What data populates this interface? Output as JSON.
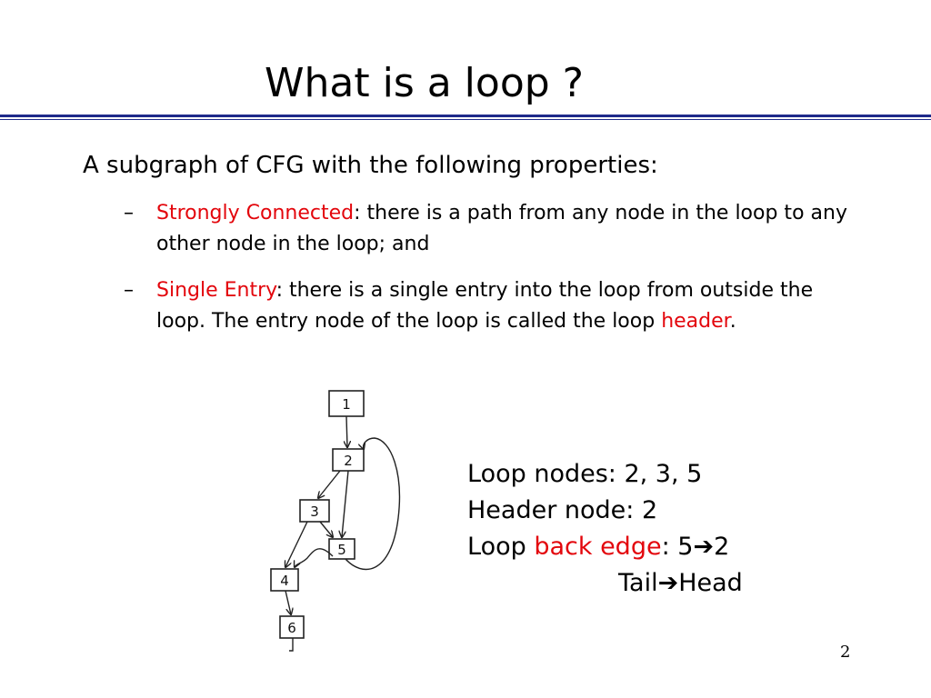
{
  "slide": {
    "title": "What is a loop ?",
    "intro": "A subgraph of CFG with the following properties:",
    "bullets": [
      {
        "dash": "–",
        "term": "Strongly Connected",
        "rest": ": there is a path from any node in the loop to any other node in the loop; and"
      },
      {
        "dash": "–",
        "term": "Single Entry",
        "rest": ": there is a single entry into the loop from outside the loop. The entry node of the loop is called the loop ",
        "term2": "header",
        "end": "."
      }
    ],
    "info": {
      "loop_nodes": "Loop nodes: 2, 3, 5",
      "header_node": "Header node: 2",
      "back_edge_prefix": "Loop ",
      "back_edge_term": "back edge",
      "back_edge_from": ": 5",
      "back_edge_to": "2",
      "tail": "Tail",
      "head": "Head",
      "arrow": "➔"
    },
    "page_number": "2",
    "accent_color": "#e3060c",
    "rule_color": "#1f2a8a"
  },
  "diagram": {
    "nodes": [
      "1",
      "2",
      "3",
      "5",
      "4",
      "6"
    ]
  }
}
